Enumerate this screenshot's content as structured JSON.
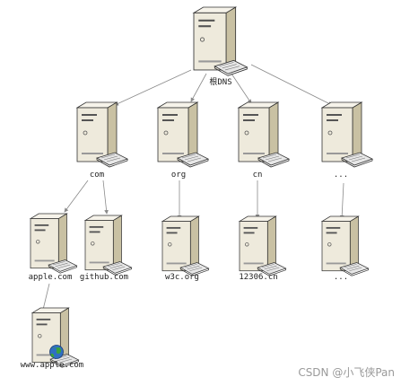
{
  "nodes": {
    "root": {
      "label": "根DNS"
    },
    "com": {
      "label": "com"
    },
    "org": {
      "label": "org"
    },
    "cn": {
      "label": "cn"
    },
    "other_tld": {
      "label": "..."
    },
    "apple": {
      "label": "apple.com"
    },
    "github": {
      "label": "github.com"
    },
    "w3c": {
      "label": "w3c.org"
    },
    "n12306": {
      "label": "12306.cn"
    },
    "other_domain": {
      "label": "..."
    },
    "www_apple": {
      "label": "www.apple.com"
    }
  },
  "watermark": "CSDN @小飞侠Pan",
  "colors": {
    "server_body": "#eeeadc",
    "server_side": "#c9c1a3",
    "server_outline": "#333333",
    "keyboard": "#e7e7e7",
    "edge": "#8a8a8a",
    "globe_blue": "#2f6fc2",
    "globe_green": "#3aa33a"
  },
  "icons": {
    "server": "server-tower-icon",
    "globe": "globe-icon"
  }
}
